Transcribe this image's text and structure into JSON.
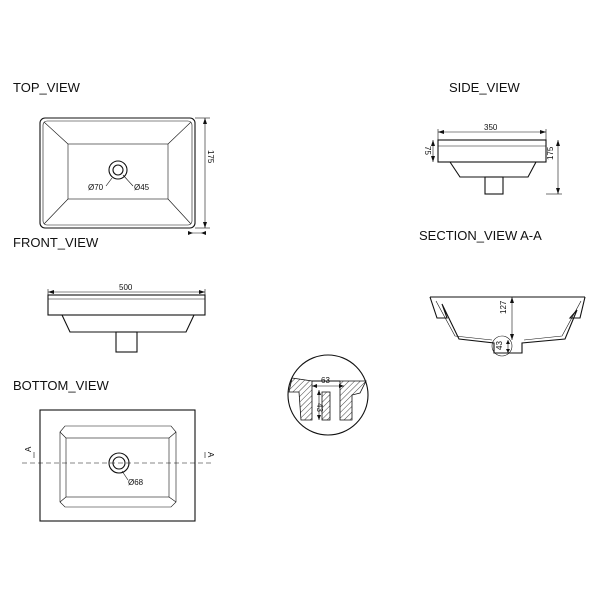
{
  "views": {
    "top": "TOP_VIEW",
    "side": "SIDE_VIEW",
    "front": "FRONT_VIEW",
    "section": "SECTION_VIEW  A-A",
    "bottom": "BOTTOM_VIEW"
  },
  "dims": {
    "top_depth": "175",
    "top_overflow_dia": "Ø70",
    "top_drain_dia": "Ø45",
    "side_width": "350",
    "side_rim": "75",
    "side_height": "175",
    "front_length": "500",
    "section_depth": "127",
    "section_drain": "43",
    "detail_width": "63",
    "detail_height": "43",
    "bottom_hole_dia": "Ø68",
    "section_marker": "A"
  }
}
